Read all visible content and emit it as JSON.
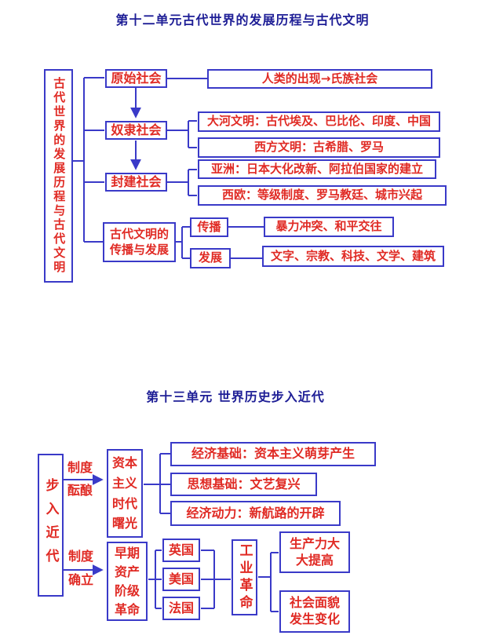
{
  "colors": {
    "box_border": "#3a3ac8",
    "node_text": "#e02a24",
    "title_text": "#1e1e96",
    "background": "#ffffff"
  },
  "unit12": {
    "title": "第十二单元古代世界的发展历程与古代文明",
    "root": "古代世界的发展历程与古代文明",
    "primitive": "原始社会",
    "slave": "奴隶社会",
    "feudal": "封建社会",
    "spread_dev": "古代文明的传播与发展",
    "human_emergence": "人类的出现→氏族社会",
    "river_civ": "大河文明：古代埃及、巴比伦、印度、中国",
    "western_civ": "西方文明：古希腊、罗马",
    "asia": "亚洲：日本大化改新、阿拉伯国家的建立",
    "west_europe": "西欧：等级制度、罗马教廷、城市兴起",
    "spread": "传播",
    "develop": "发展",
    "spread_result": "暴力冲突、和平交往",
    "develop_result": "文字、宗教、科技、文学、建筑"
  },
  "unit13": {
    "title": "第十三单元 世界历史步入近代",
    "root": "步入近代",
    "arrow1_label_line1": "制度",
    "arrow1_label_line2": "酝酿",
    "dawn": "资本主义时代曙光",
    "economic_foundation": "经济基础：资本主义萌芽产生",
    "ideological_foundation": "思想基础：文艺复兴",
    "economic_power": "经济动力：新航路的开辟",
    "arrow2_label_line1": "制度",
    "arrow2_label_line2": "确立",
    "early_revolution": "早期资产阶级革命",
    "britain": "英国",
    "usa": "美国",
    "france": "法国",
    "industrial_revolution": "工业革命",
    "productivity": "生产力大大提高",
    "social_change": "社会面貌发生变化"
  }
}
